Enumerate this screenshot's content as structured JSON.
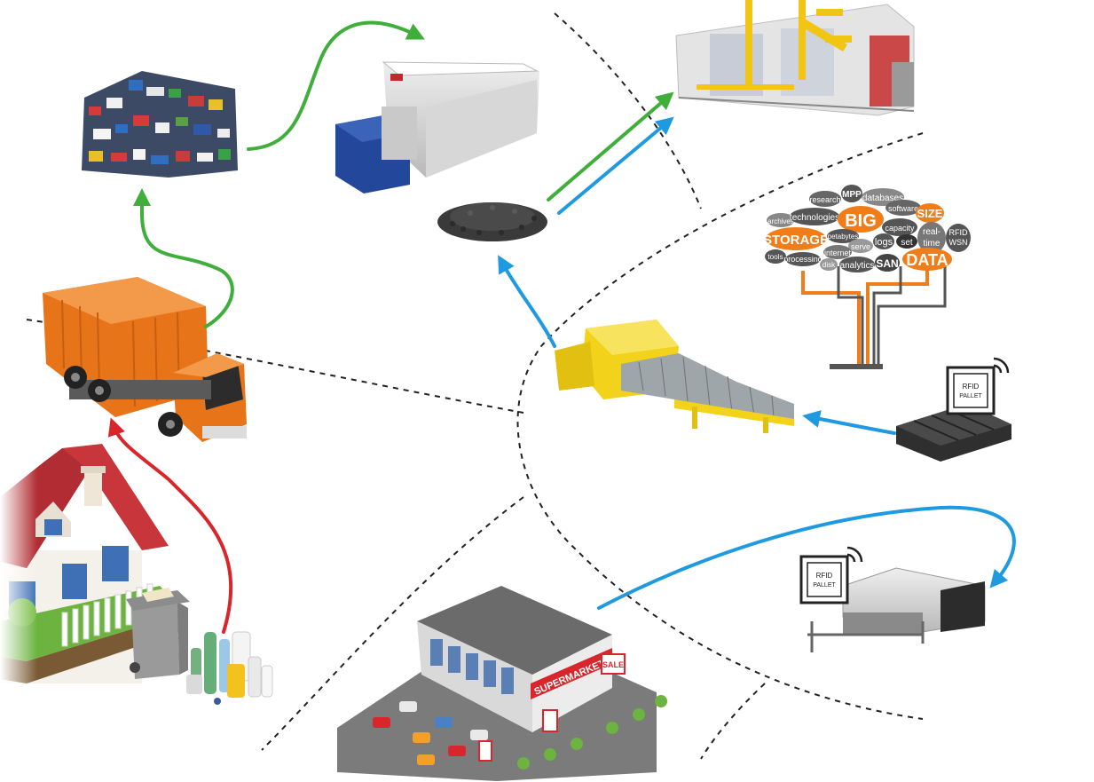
{
  "colors": {
    "collection_arrow": "#d9262a",
    "recycling_arrow": "#3fae3b",
    "tracking_arrow": "#1f9ae0",
    "divider": "#222222",
    "accent_orange": "#f07d19",
    "truck_orange": "#e8741a",
    "shredder_blue": "#23479b",
    "conveyor_yellow": "#f2d21a"
  },
  "icons": [
    "house-icon",
    "waste-bin-icon",
    "plastic-bottles-icon",
    "garbage-truck-icon",
    "plastic-bales-icon",
    "shredder-icon",
    "pellets-icon",
    "factory-machine-icon",
    "big-data-tree-icon",
    "rfid-pallet-icon",
    "conveyor-icon",
    "pallet-washer-icon",
    "supermarket-icon"
  ],
  "big_data": {
    "words": [
      "research",
      "MPP",
      "databases",
      "software",
      "SIZE",
      "archives",
      "technologies",
      "BIG",
      "capacity",
      "real-",
      "time",
      "RFID",
      "WSN",
      "STORAGE",
      "petabytes",
      "serve",
      "logs",
      "set",
      "internet",
      "tools",
      "processing",
      "disk",
      "analytics",
      "SAN",
      "DATA"
    ]
  },
  "rfid_tag_1": {
    "line1": "RFID",
    "line2": "PALLET"
  },
  "rfid_tag_2": {
    "line1": "RFID",
    "line2": "PALLET"
  },
  "supermarket": {
    "sign": "SUPERMARKET",
    "sale": "SALE"
  }
}
